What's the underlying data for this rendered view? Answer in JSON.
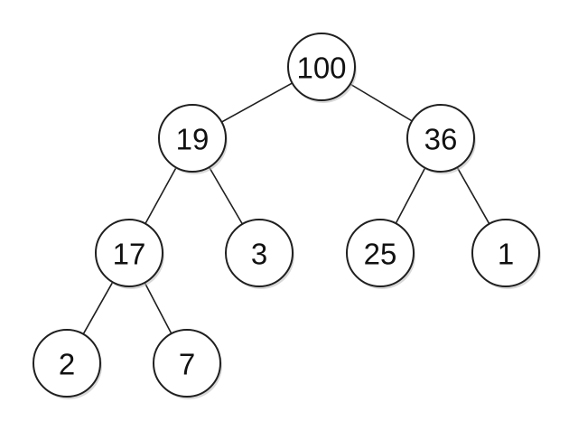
{
  "tree": {
    "nodes": [
      {
        "id": "n100",
        "label": "100"
      },
      {
        "id": "n19",
        "label": "19"
      },
      {
        "id": "n36",
        "label": "36"
      },
      {
        "id": "n17",
        "label": "17"
      },
      {
        "id": "n3",
        "label": "3"
      },
      {
        "id": "n25",
        "label": "25"
      },
      {
        "id": "n1",
        "label": "1"
      },
      {
        "id": "n2",
        "label": "2"
      },
      {
        "id": "n7",
        "label": "7"
      }
    ],
    "edges": [
      [
        "n100",
        "n19"
      ],
      [
        "n100",
        "n36"
      ],
      [
        "n19",
        "n17"
      ],
      [
        "n19",
        "n3"
      ],
      [
        "n36",
        "n25"
      ],
      [
        "n36",
        "n1"
      ],
      [
        "n17",
        "n2"
      ],
      [
        "n17",
        "n7"
      ]
    ]
  }
}
